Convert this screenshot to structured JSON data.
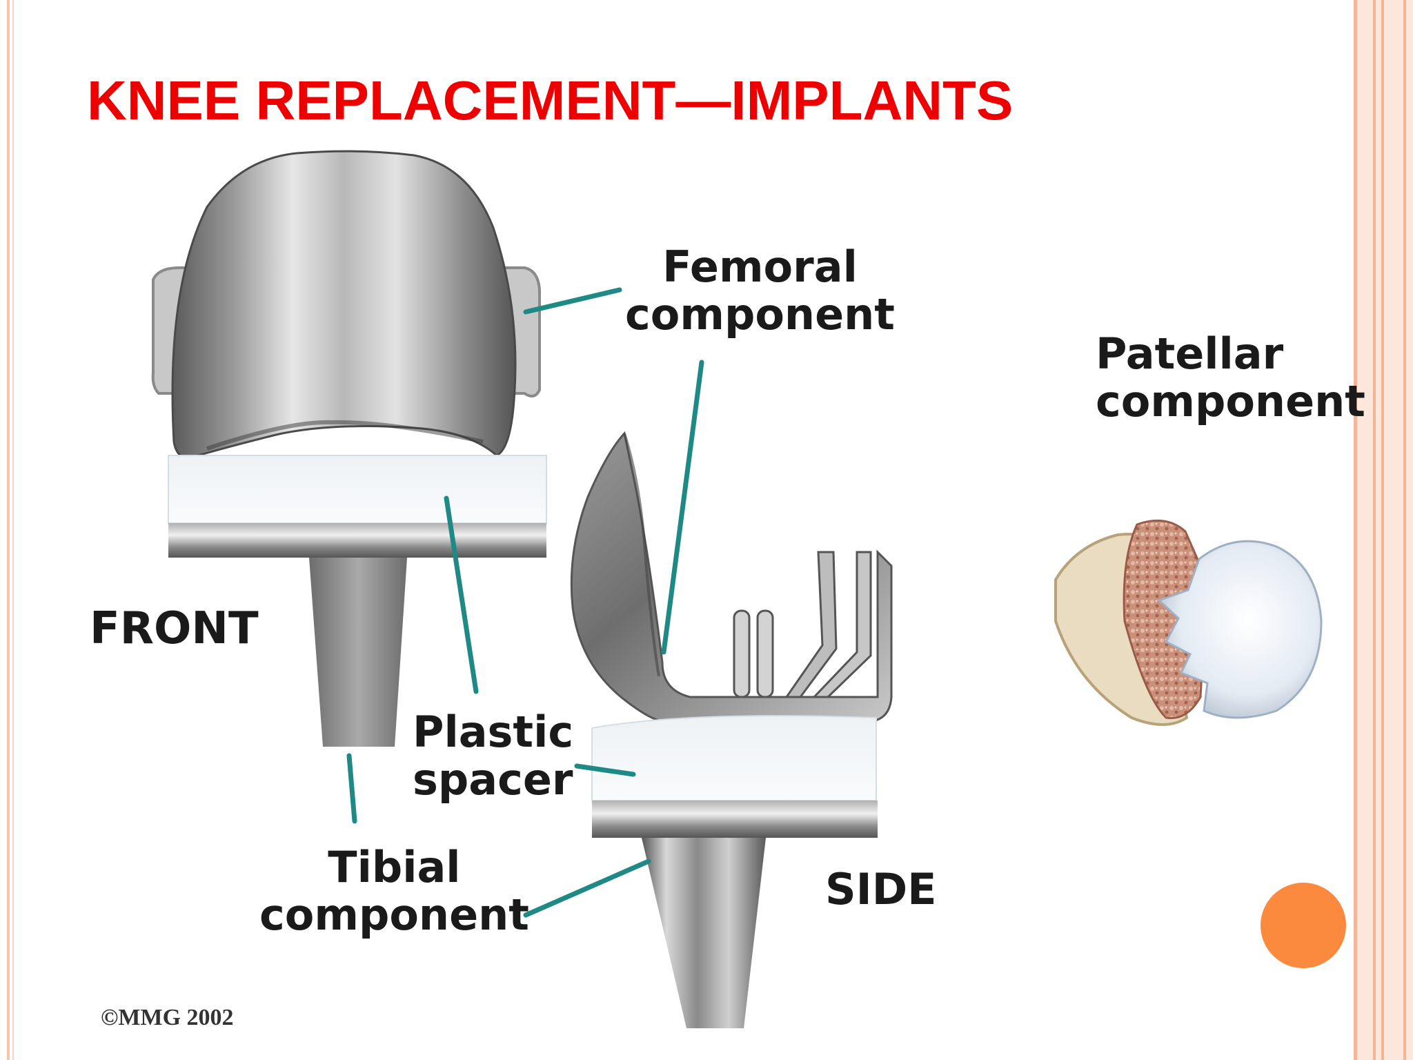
{
  "slide": {
    "title": "KNEE REPLACEMENT—IMPLANTS",
    "colors": {
      "title": "#ee0000",
      "frame": "#f7c3ad",
      "nav_dot": "#fb8a3e",
      "leader_line": "#1f8a85"
    }
  },
  "diagram": {
    "labels": {
      "femoral": {
        "line1": "Femoral",
        "line2": "component"
      },
      "patellar": {
        "line1": "Patellar",
        "line2": "component"
      },
      "plastic": {
        "line1": "Plastic",
        "line2": "spacer"
      },
      "tibial": {
        "line1": "Tibial",
        "line2": "component"
      },
      "front": "FRONT",
      "side": "SIDE"
    },
    "copyright": "©MMG 2002"
  }
}
